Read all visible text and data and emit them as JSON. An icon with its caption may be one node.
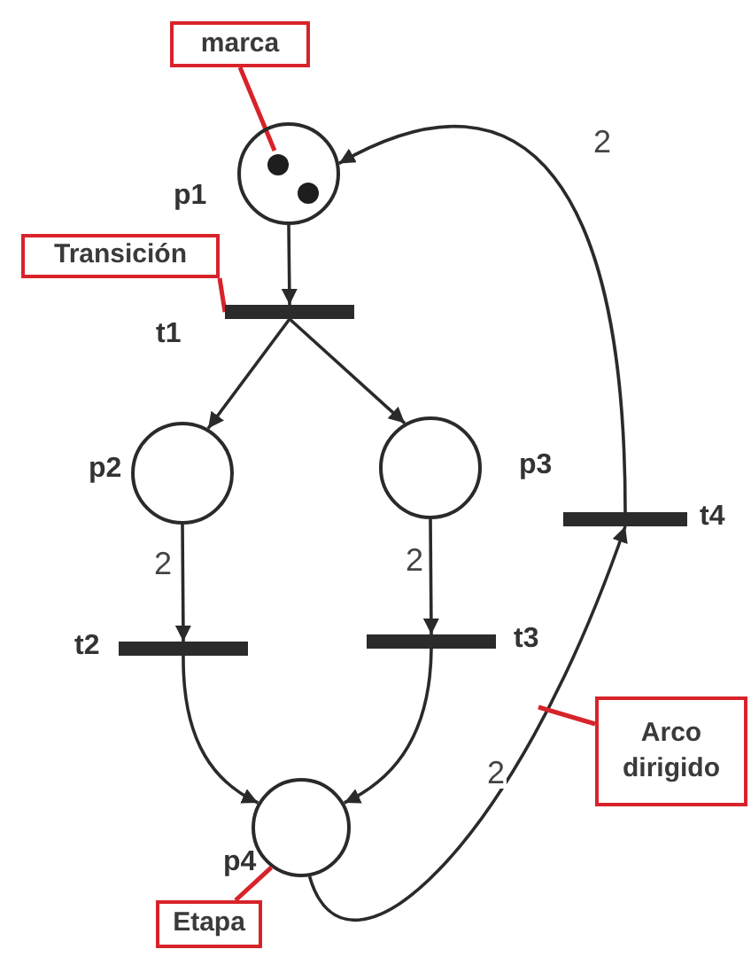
{
  "diagram": {
    "nodes": [
      {
        "text": [
          "marca"
        ]
      },
      {
        "text": [],
        "shape": "circle",
        "beside": [
          "p1"
        ]
      },
      {
        "text": [],
        "shape": "circle",
        "in": 1
      },
      {
        "text": [],
        "shape": "circle",
        "in": 1
      },
      {
        "text": [
          "Transición"
        ]
      },
      {
        "text": [],
        "shape": "bar",
        "beside": [
          "t1"
        ]
      },
      {
        "text": [],
        "shape": "circle",
        "beside": [
          "p2"
        ]
      },
      {
        "text": [],
        "shape": "circle",
        "beside": [
          "p3"
        ]
      },
      {
        "text": [],
        "shape": "bar",
        "beside": [
          "t2"
        ]
      },
      {
        "text": [],
        "shape": "bar",
        "beside": [
          "t3"
        ]
      },
      {
        "text": [],
        "shape": "bar",
        "beside": [
          "t4"
        ]
      },
      {
        "text": [],
        "shape": "circle",
        "beside": [
          "p4"
        ]
      },
      {
        "text": [
          "Arco dirigido"
        ]
      },
      {
        "text": [
          "Etapa"
        ]
      }
    ],
    "edges": [
      {
        "from": 1,
        "to": 5,
        "arrow": "to"
      },
      {
        "from": 5,
        "to": 6,
        "arrow": "to"
      },
      {
        "from": 5,
        "to": 7,
        "arrow": "to"
      },
      {
        "from": 6,
        "to": 8,
        "arrow": "to",
        "label": "2"
      },
      {
        "from": 7,
        "to": 9,
        "arrow": "to",
        "label": "2"
      },
      {
        "from": 8,
        "to": 11,
        "arrow": "to"
      },
      {
        "from": 9,
        "to": 11,
        "arrow": "to"
      },
      {
        "from": 11,
        "to": 10,
        "arrow": "to",
        "label": "2"
      },
      {
        "from": 10,
        "to": 1,
        "arrow": "to",
        "label": "2"
      },
      {
        "from": 0,
        "to": 2,
        "arrow": "none",
        "color": "#d8232a"
      },
      {
        "from": 4,
        "to": 5,
        "arrow": "none",
        "color": "#d8232a"
      },
      {
        "from": 12,
        "to": null,
        "arrow": "none",
        "color": "#d8232a"
      },
      {
        "from": 13,
        "to": 11,
        "arrow": "none",
        "color": "#d8232a"
      }
    ]
  }
}
